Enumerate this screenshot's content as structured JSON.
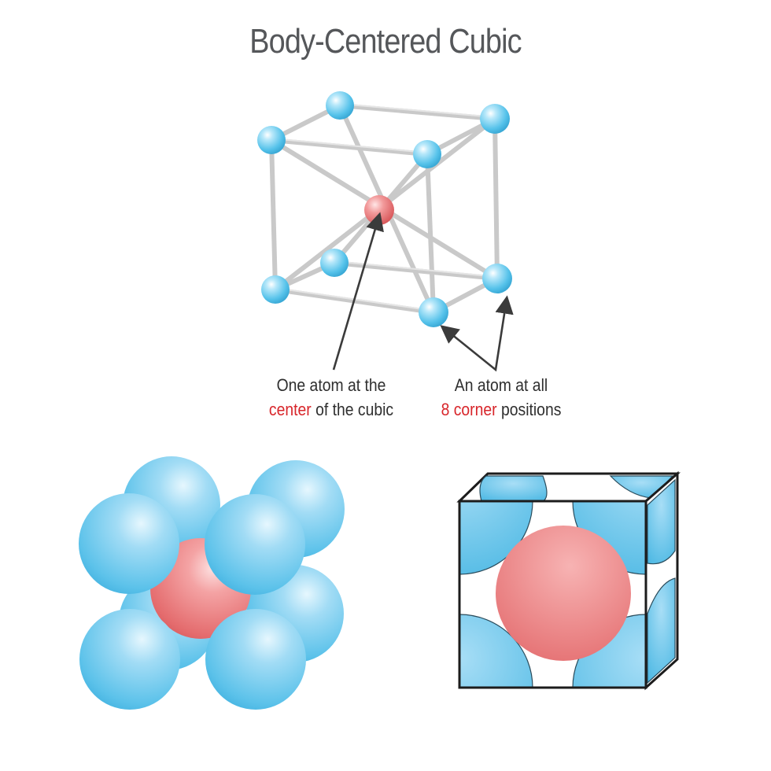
{
  "title": "Body-Centered Cubic",
  "labels": {
    "center_line1": "One atom at the",
    "center_highlight": "center",
    "center_rest": " of the cubic",
    "corner_line1": "An atom at all",
    "corner_highlight": "8 corner",
    "corner_rest": " positions"
  },
  "colors": {
    "corner_atom": "#5cc6ec",
    "center_atom": "#ea6e70",
    "highlight_text": "#d8262b",
    "title_text": "#55575a"
  }
}
